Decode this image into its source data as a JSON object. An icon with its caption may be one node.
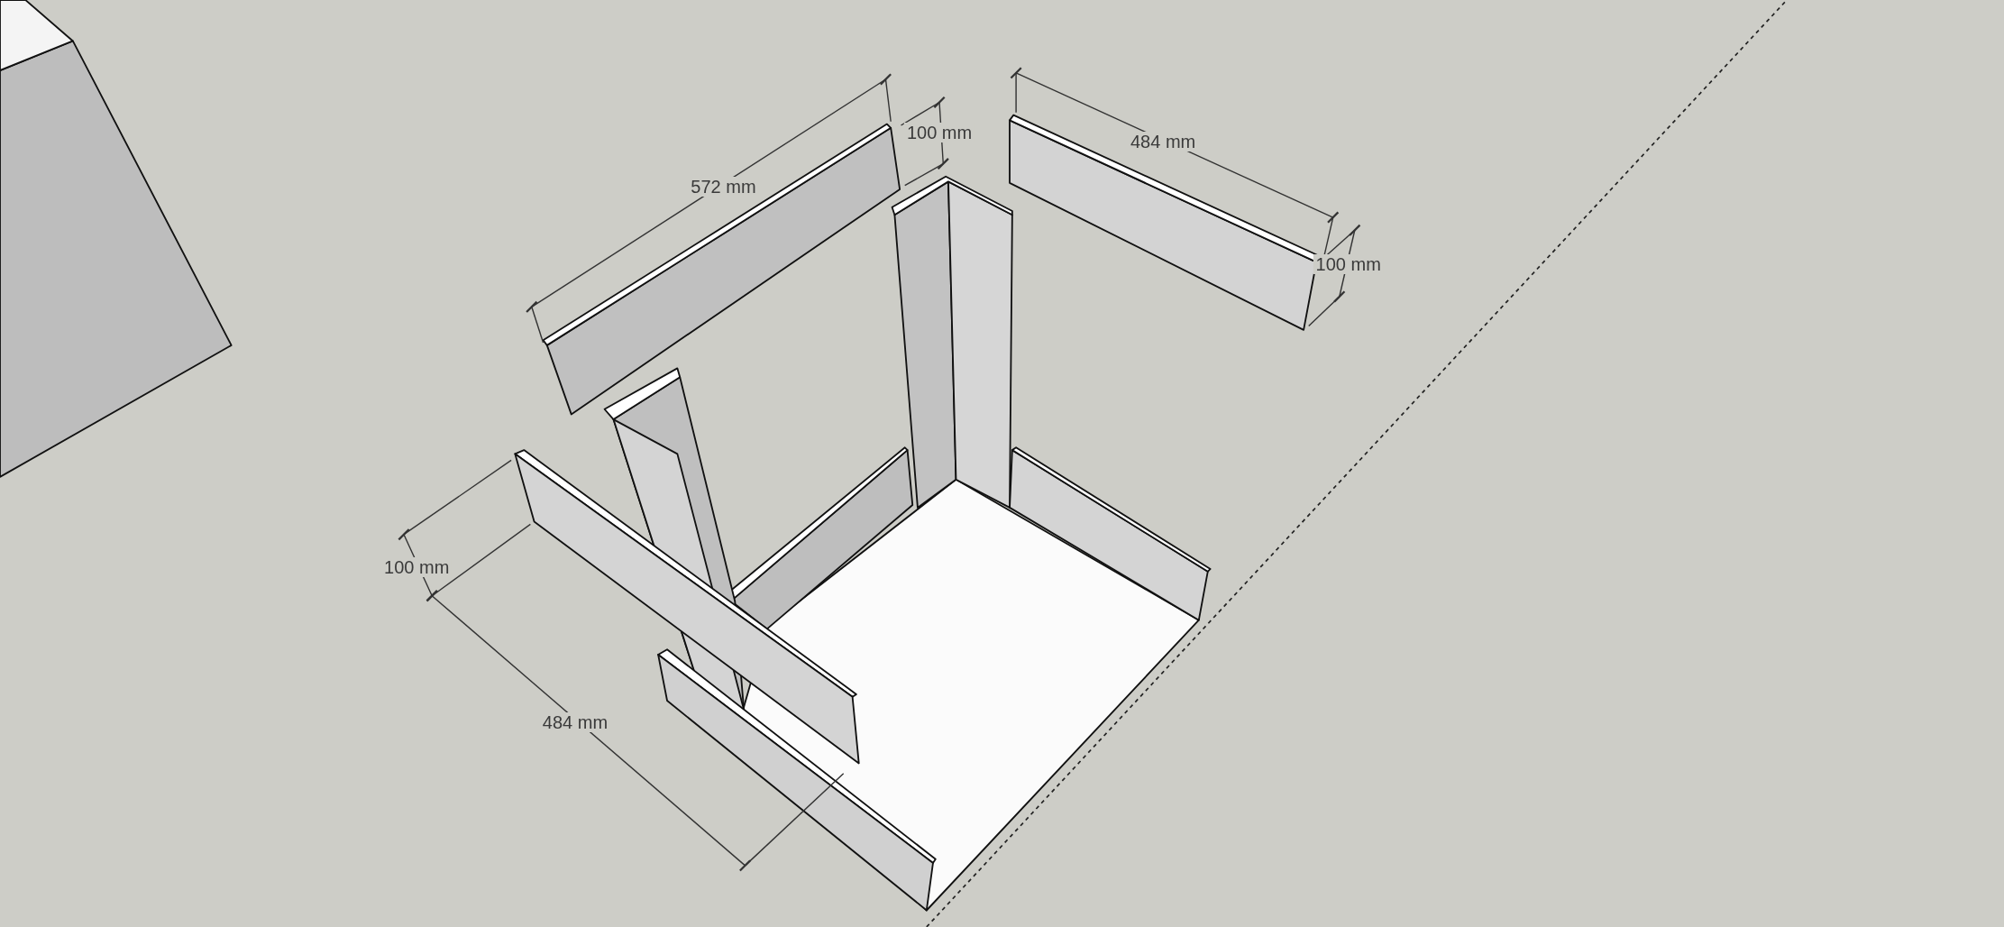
{
  "diagram": {
    "labels": [
      "100 mm",
      "484 mm",
      "572 mm",
      "100 mm",
      "100 mm",
      "484 mm"
    ]
  }
}
